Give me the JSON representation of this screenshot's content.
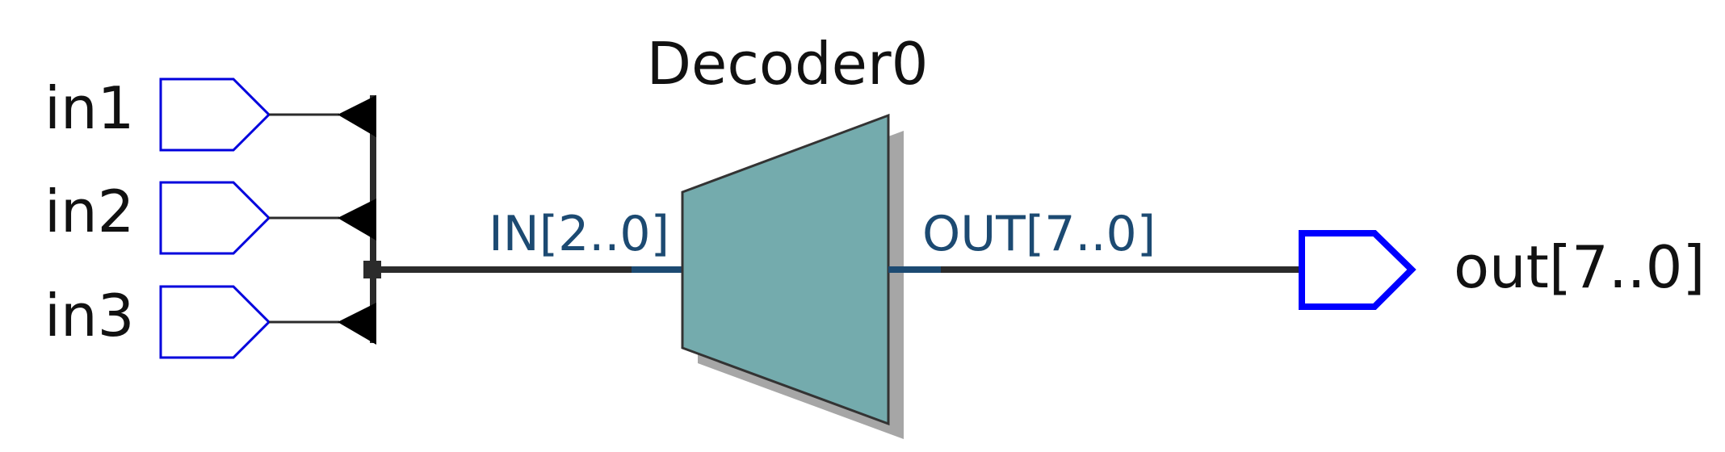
{
  "inputs": [
    {
      "label": "in1"
    },
    {
      "label": "in2"
    },
    {
      "label": "in3"
    }
  ],
  "decoder": {
    "name": "Decoder0",
    "in_port": "IN[2..0]",
    "out_port": "OUT[7..0]",
    "fill": "#74abad"
  },
  "output": {
    "label": "out[7..0]"
  },
  "colors": {
    "input_pin": "#0000dd",
    "output_pin": "#0000ff",
    "wire": "#2b2b2b",
    "port_stub": "#1c4a72",
    "shadow": "#a6a6a6"
  }
}
